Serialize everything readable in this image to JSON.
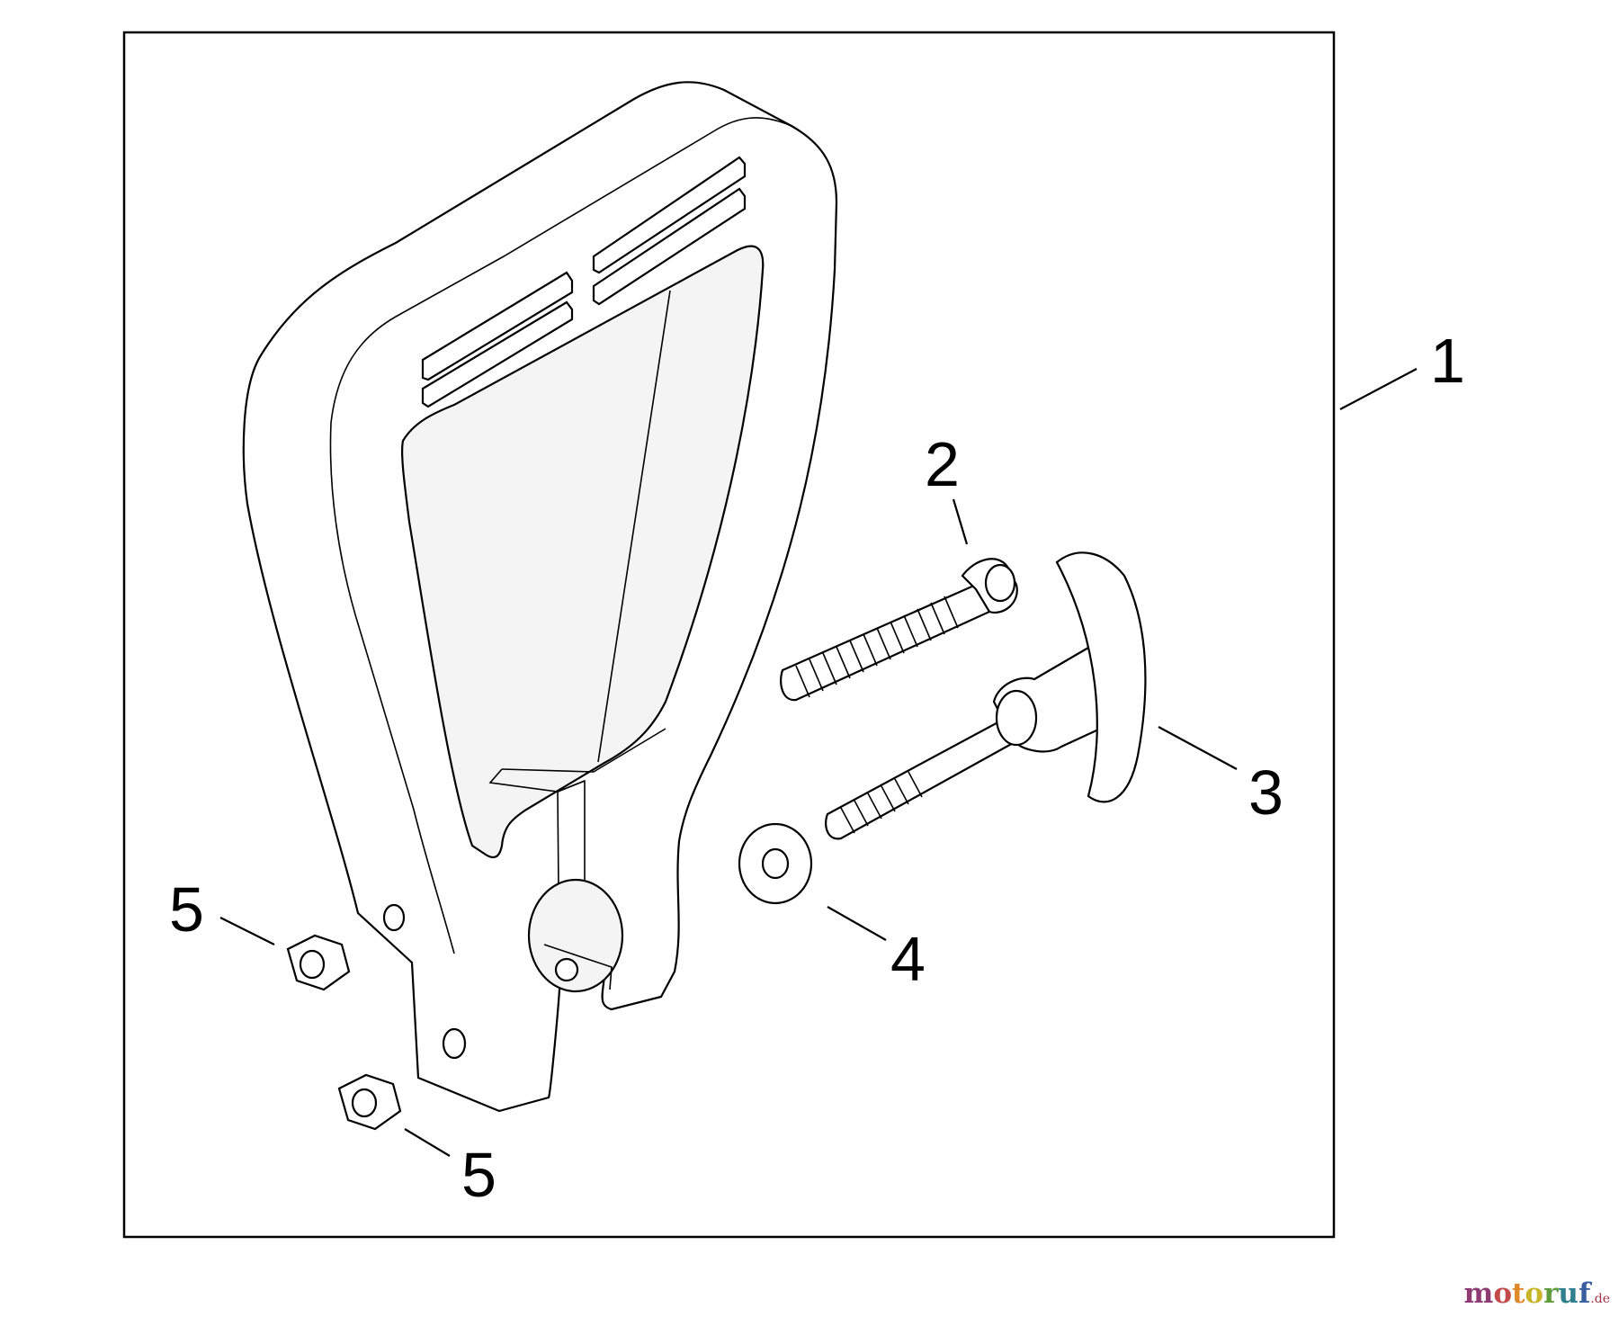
{
  "diagram": {
    "callouts": [
      {
        "id": "1",
        "label": "1"
      },
      {
        "id": "2",
        "label": "2"
      },
      {
        "id": "3",
        "label": "3"
      },
      {
        "id": "4",
        "label": "4"
      },
      {
        "id": "5a",
        "label": "5"
      },
      {
        "id": "5b",
        "label": "5"
      }
    ]
  },
  "watermark": {
    "letters": [
      {
        "char": "m",
        "color": "#8e3a73"
      },
      {
        "char": "o",
        "color": "#c34a4a"
      },
      {
        "char": "t",
        "color": "#e0892a"
      },
      {
        "char": "o",
        "color": "#c8b52a"
      },
      {
        "char": "r",
        "color": "#5e9c3a"
      },
      {
        "char": "u",
        "color": "#2f7f8f"
      },
      {
        "char": "f",
        "color": "#3a5ea0"
      }
    ],
    "tld": ".de"
  }
}
